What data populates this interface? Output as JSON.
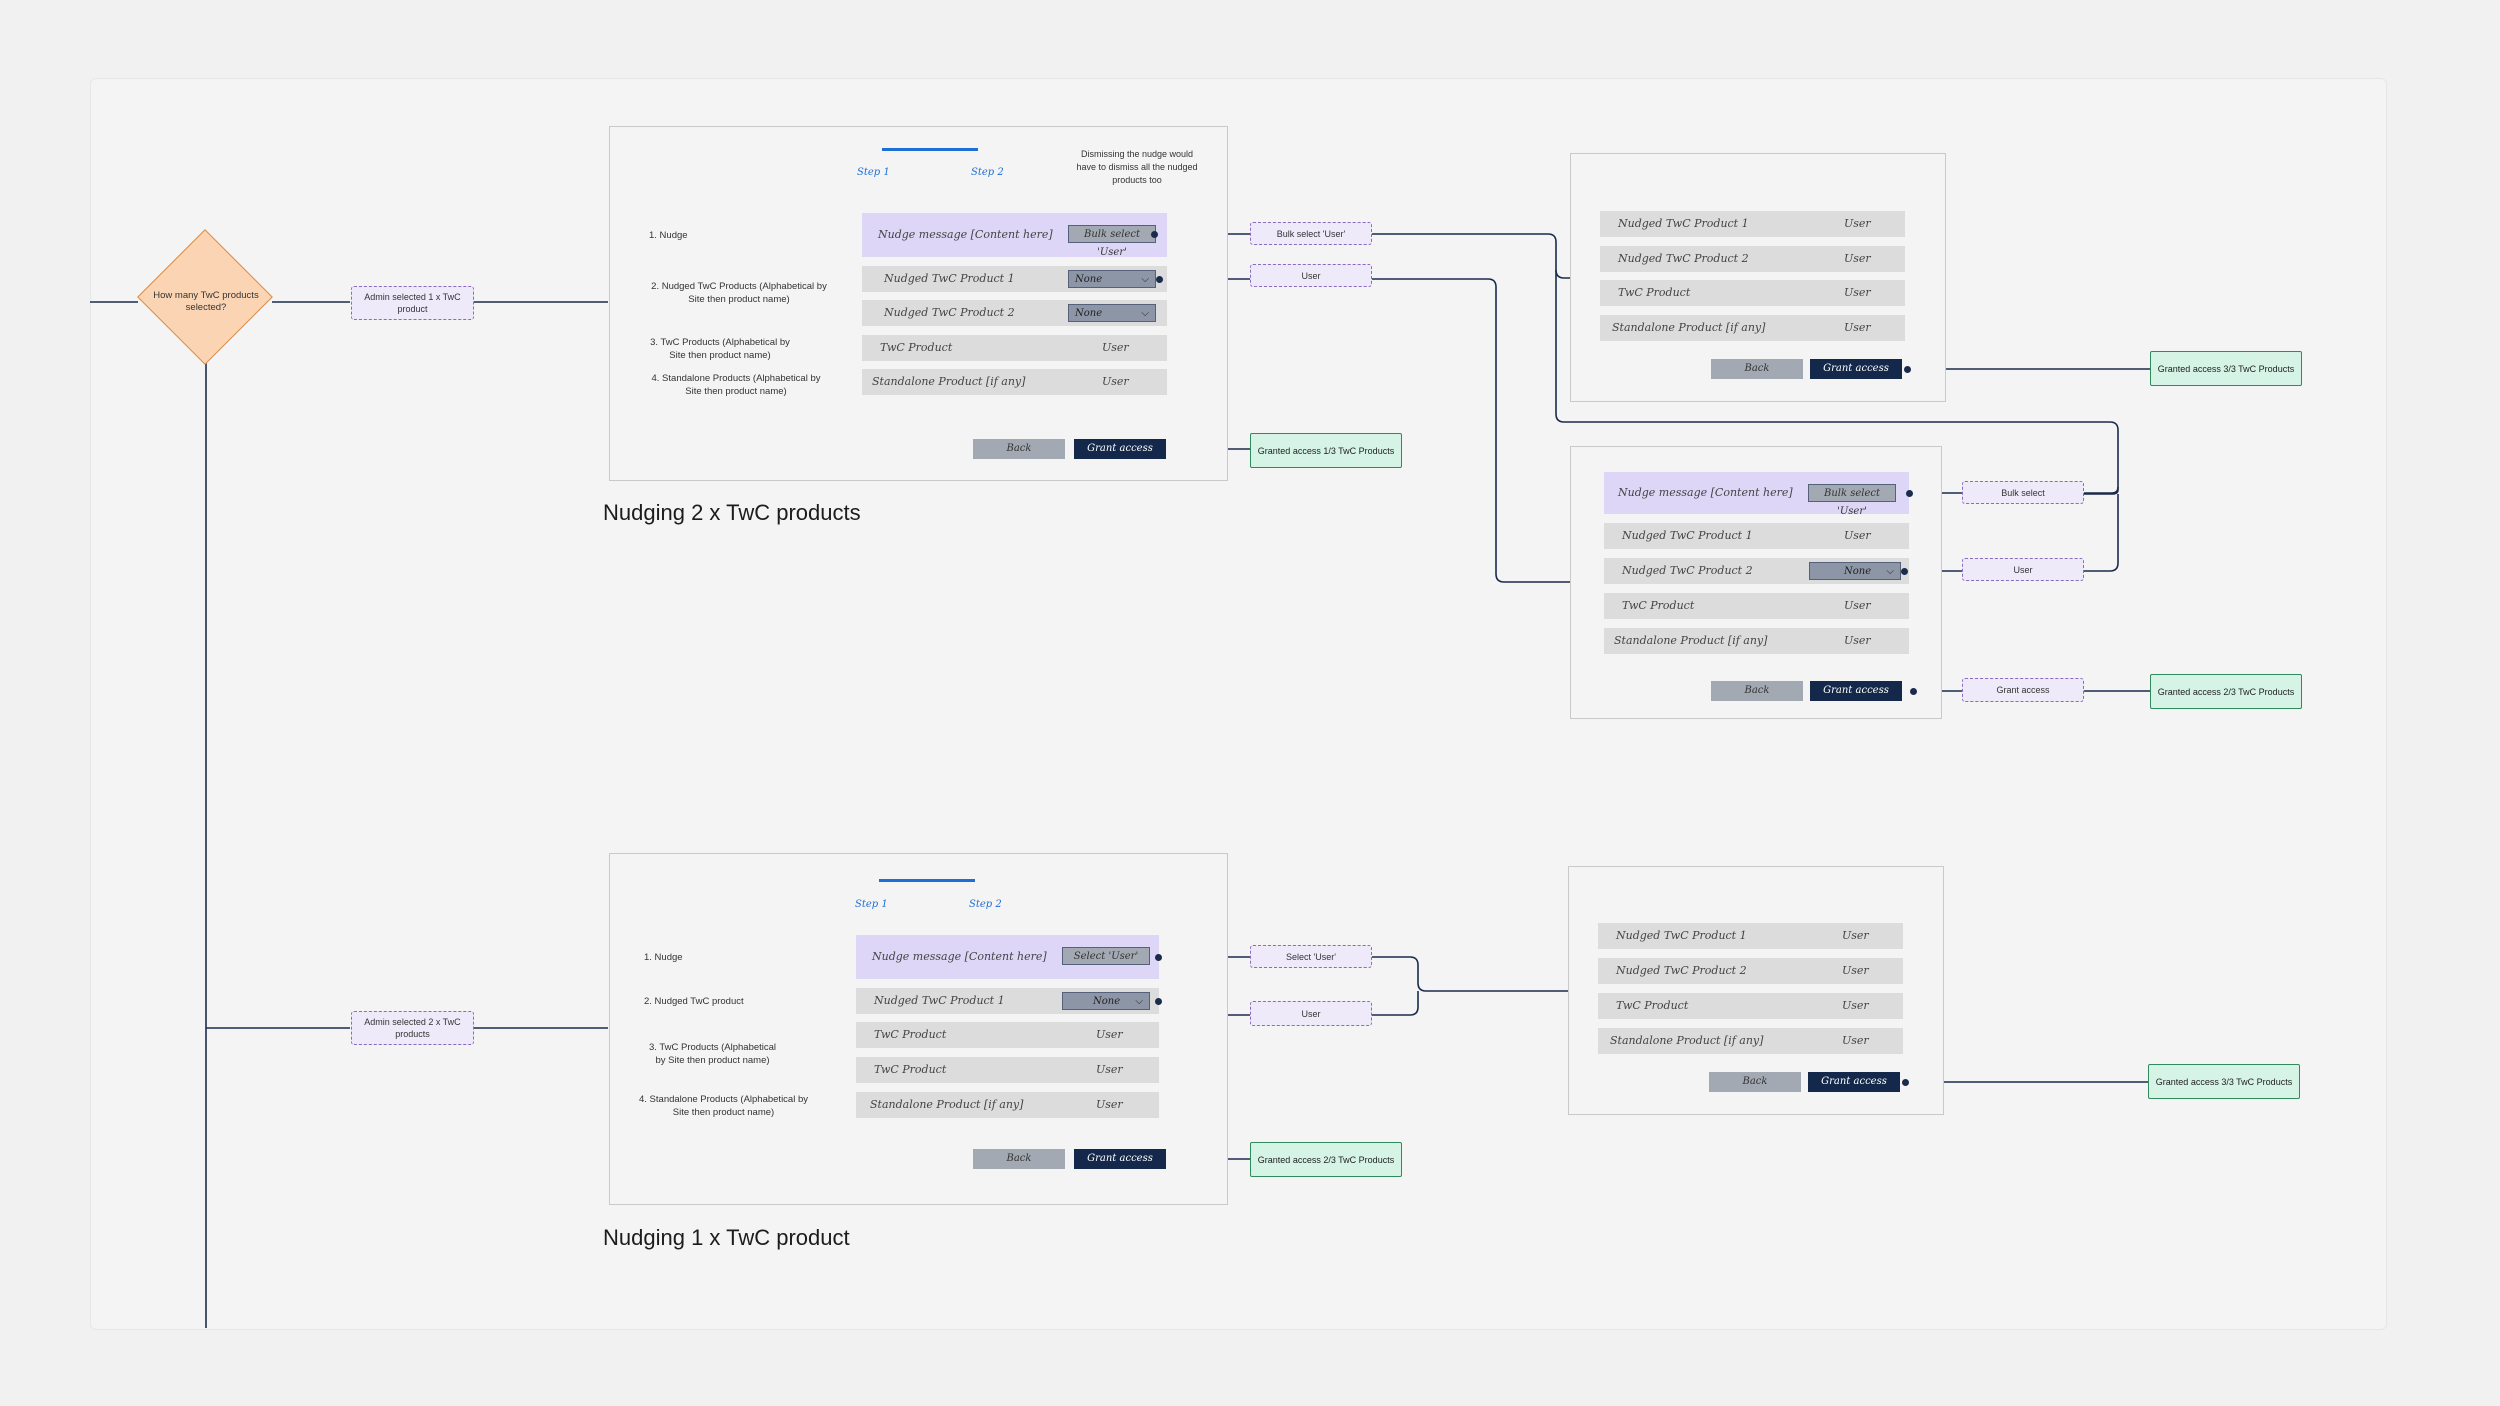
{
  "decision": {
    "text": "How many TwC products selected?"
  },
  "branches": {
    "one": "Admin selected 1 x TwC product",
    "two": "Admin selected 2 x TwC products"
  },
  "flow_two": {
    "title": "Nudging 2 x TwC products",
    "step1": "Step 1",
    "step2": "Step 2",
    "dismiss_note": "Dismissing the nudge would have to dismiss all the nudged products too",
    "labels": [
      "1. Nudge",
      "2. Nudged TwC Products (Alphabetical by Site then product name)",
      "3. TwC Products (Alphabetical by Site then product name)",
      "4. Standalone Products (Alphabetical by Site then product name)"
    ],
    "nudge_message": "Nudge message [Content here]",
    "bulk_select_button": "Bulk select 'User'",
    "rows": [
      {
        "name": "Nudged TwC Product 1",
        "value": "None"
      },
      {
        "name": "Nudged TwC Product 2",
        "value": "None"
      },
      {
        "name": "TwC Product",
        "value": "User"
      },
      {
        "name": "Standalone Product [if any]",
        "value": "User"
      }
    ],
    "back": "Back",
    "grant": "Grant access",
    "result": "Granted access 1/3 TwC Products",
    "note_bulk": "Bulk select 'User'",
    "note_user": "User"
  },
  "flow_two_result_a": {
    "rows": [
      {
        "name": "Nudged TwC Product 1",
        "value": "User"
      },
      {
        "name": "Nudged TwC Product 2",
        "value": "User"
      },
      {
        "name": "TwC Product",
        "value": "User"
      },
      {
        "name": "Standalone Product [if any]",
        "value": "User"
      }
    ],
    "back": "Back",
    "grant": "Grant access",
    "result": "Granted access 3/3 TwC Products"
  },
  "flow_two_result_b": {
    "nudge_message": "Nudge message [Content here]",
    "bulk_select_button": "Bulk select 'User'",
    "rows": [
      {
        "name": "Nudged TwC Product 1",
        "value": "User"
      },
      {
        "name": "Nudged TwC Product 2",
        "value": "None"
      },
      {
        "name": "TwC Product",
        "value": "User"
      },
      {
        "name": "Standalone Product [if any]",
        "value": "User"
      }
    ],
    "back": "Back",
    "grant": "Grant access",
    "note_bulk": "Bulk select",
    "note_user": "User",
    "note_grant": "Grant access",
    "result": "Granted access 2/3 TwC Products"
  },
  "flow_one": {
    "title": "Nudging 1 x TwC product",
    "step1": "Step 1",
    "step2": "Step 2",
    "labels": [
      "1. Nudge",
      "2. Nudged TwC product",
      "3. TwC Products (Alphabetical by Site then product name)",
      "4. Standalone Products (Alphabetical by Site then product name)"
    ],
    "nudge_message": "Nudge message [Content here]",
    "select_button": "Select 'User'",
    "rows": [
      {
        "name": "Nudged TwC Product 1",
        "value": "None"
      },
      {
        "name": "TwC Product",
        "value": "User"
      },
      {
        "name": "TwC Product",
        "value": "User"
      },
      {
        "name": "Standalone Product [if any]",
        "value": "User"
      }
    ],
    "back": "Back",
    "grant": "Grant access",
    "result": "Granted access 2/3 TwC Products",
    "note_select": "Select 'User'",
    "note_user": "User"
  },
  "flow_one_result": {
    "rows": [
      {
        "name": "Nudged TwC Product 1",
        "value": "User"
      },
      {
        "name": "Nudged TwC Product 2",
        "value": "User"
      },
      {
        "name": "TwC Product",
        "value": "User"
      },
      {
        "name": "Standalone Product [if any]",
        "value": "User"
      }
    ],
    "back": "Back",
    "grant": "Grant access",
    "result": "Granted access 3/3 TwC Products"
  },
  "colors": {
    "connector": "#1b2b4c",
    "nudge_bg": "#ddd6f7",
    "grant_bg": "#13284a",
    "step_blue": "#1d6fd6",
    "result_bg": "#d5f4e6",
    "decision_bg": "#fbd4b3"
  }
}
